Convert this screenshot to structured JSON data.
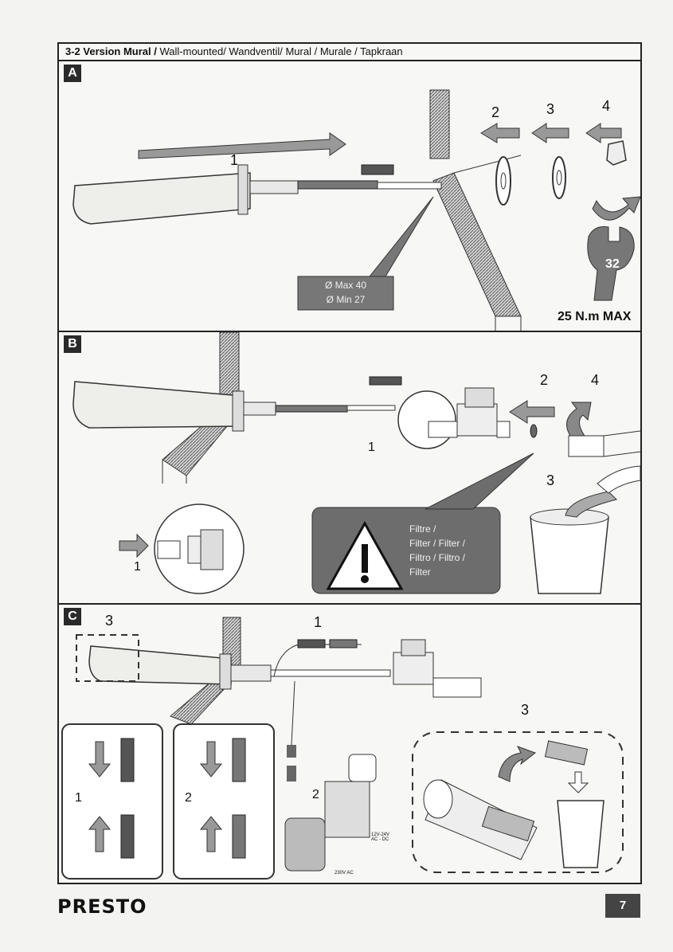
{
  "header": {
    "title_bold": "3-2 Version Mural /",
    "title_rest": " Wall-mounted/  Wandventil/ Mural / Murale / Tapkraan"
  },
  "panel_a": {
    "badge": "A",
    "steps": [
      "1",
      "2",
      "3",
      "4"
    ],
    "callout_line1": "Ø Max 40",
    "callout_line2": "Ø Min 27",
    "wrench_size": "32",
    "torque": "25  N.m MAX"
  },
  "panel_b": {
    "badge": "B",
    "steps": [
      "1",
      "2",
      "3",
      "4"
    ],
    "detail_step": "1",
    "filter_lines": [
      "Filtre /",
      "Filter / Filter /",
      "Filtro / Filtro /",
      "Filter"
    ]
  },
  "panel_c": {
    "badge": "C",
    "steps": [
      "3",
      "1",
      "3",
      "2"
    ],
    "box_steps": [
      "1",
      "2"
    ],
    "adapter_label_1": "12V-24V",
    "adapter_label_2": "AC - DC",
    "mains_label": "230V AC"
  },
  "footer": {
    "brand": "PRESTO",
    "page": "7"
  }
}
